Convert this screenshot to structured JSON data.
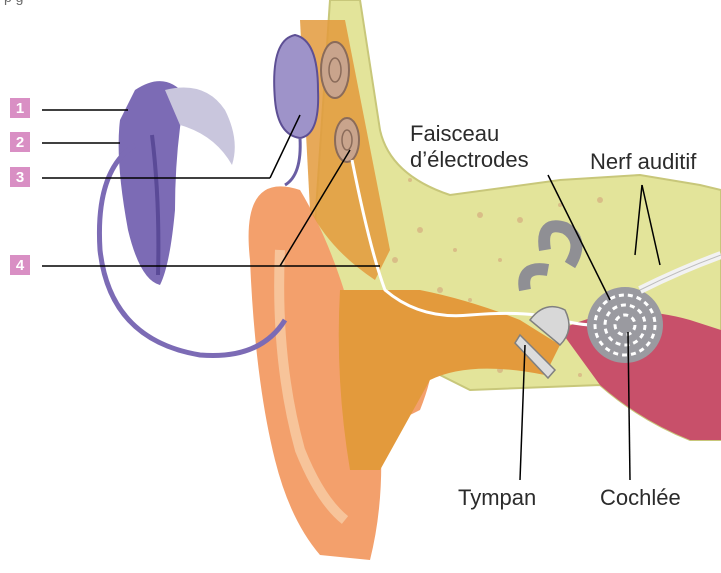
{
  "top_text": "p                      g",
  "markers": [
    "1",
    "2",
    "3",
    "4"
  ],
  "labels": {
    "faisceau_line1": "Faisceau",
    "faisceau_line2": "d’électrodes",
    "nerf": "Nerf auditif",
    "tympan": "Tympan",
    "cochlee": "Cochlée"
  },
  "colors": {
    "device_purple": "#7c6bb5",
    "marker_pink": "#d98fc4",
    "skin": "#f3a06c",
    "bone": "#e3e49a",
    "canal": "#e39a3c",
    "cochlea_gray": "#8f8f94",
    "tissue_red": "#c8506a"
  }
}
